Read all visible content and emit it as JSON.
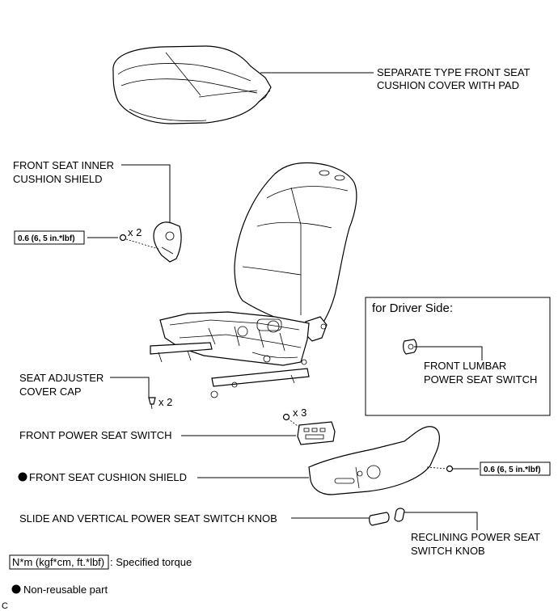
{
  "labels": {
    "cushion_cover_1": "SEPARATE TYPE FRONT SEAT",
    "cushion_cover_2": "CUSHION COVER WITH PAD",
    "inner_shield_1": "FRONT SEAT INNER",
    "inner_shield_2": "CUSHION SHIELD",
    "inner_shield_qty": "x 2",
    "adjuster_cap_1": "SEAT ADJUSTER",
    "adjuster_cap_2": "COVER CAP",
    "adjuster_cap_qty": "x 2",
    "power_switch": "FRONT POWER SEAT SWITCH",
    "power_switch_qty": "x 3",
    "cushion_shield": "FRONT SEAT CUSHION SHIELD",
    "slide_knob": "SLIDE AND VERTICAL POWER SEAT SWITCH KNOB",
    "reclining_knob_1": "RECLINING POWER SEAT",
    "reclining_knob_2": "SWITCH KNOB",
    "driver_side_title": "for Driver Side:",
    "lumbar_1": "FRONT LUMBAR",
    "lumbar_2": "POWER SEAT SWITCH"
  },
  "torque": {
    "left": "0.6 (6, 5 in.*lbf)",
    "right": "0.6 (6, 5 in.*lbf)"
  },
  "legend": {
    "torque_box": "N*m (kgf*cm, ft.*lbf)",
    "torque_text": ": Specified torque",
    "nonreusable_text": "Non-reusable part"
  },
  "corner_code": "C"
}
